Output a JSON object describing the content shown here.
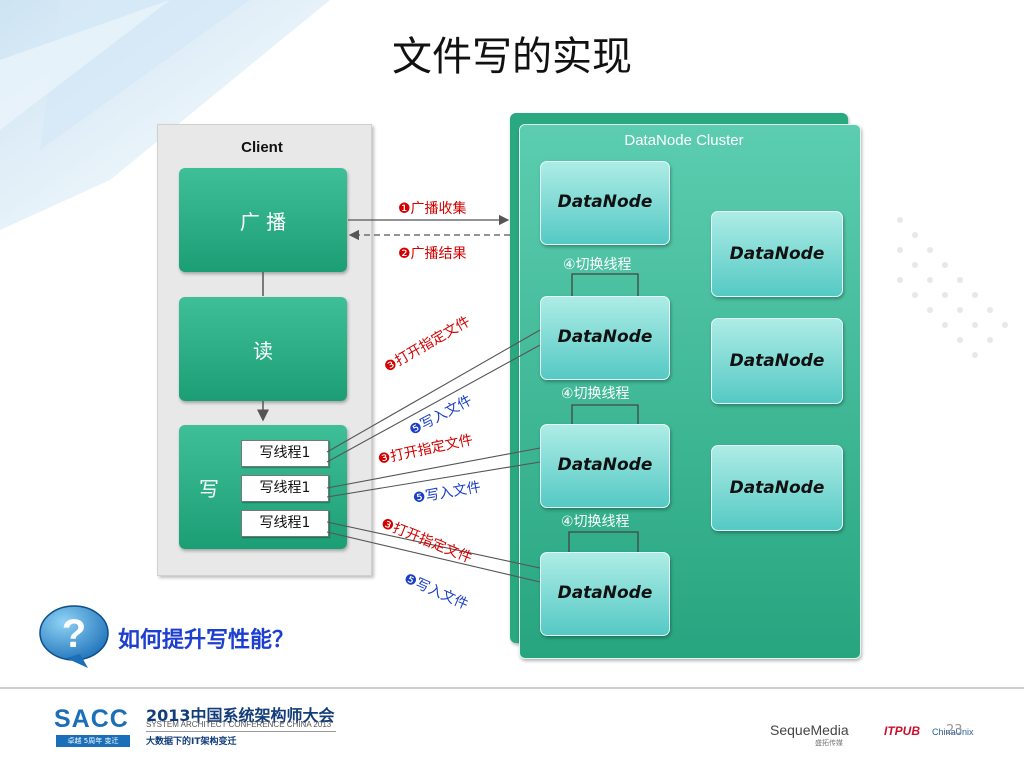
{
  "slide": {
    "title": "文件写的实现",
    "page_number": "23"
  },
  "client": {
    "label": "Client",
    "broadcast": "广 播",
    "read": "读",
    "write": "写",
    "threads": [
      "写线程1",
      "写线程1",
      "写线程1"
    ]
  },
  "cluster": {
    "title": "DataNode Cluster",
    "nodes": [
      "DataNode",
      "DataNode",
      "DataNode",
      "DataNode",
      "DataNode",
      "DataNode",
      "DataNode"
    ],
    "switch_labels": [
      "④切换线程",
      "④切换线程",
      "④切换线程"
    ]
  },
  "edges": {
    "broadcast_collect": "❶广播收集",
    "broadcast_result": "❷广播结果",
    "open_file": [
      "❸打开指定文件",
      "❸打开指定文件",
      "❸打开指定文件"
    ],
    "write_file": [
      "❺写入文件",
      "❺写入文件",
      "❺写入文件"
    ]
  },
  "question": {
    "icon_glyph": "?",
    "text": "如何提升写性能？"
  },
  "footer": {
    "logo": "SACC",
    "logo_sub": "卓越 5周年 变迁",
    "conference_cn": "2013中国系统架构师大会",
    "conference_en": "SYSTEM ARCHITECT CONFERENCE CHINA 2013",
    "slogan": "大数据下的IT架构变迁",
    "sponsors": [
      "SequeMedia",
      "盛拓传媒",
      "ITPUB",
      "ChinaUnix"
    ]
  },
  "colors": {
    "client_green": "#1c9e75",
    "cluster_green": "#27a57f",
    "datanode_cyan": "#55c9c4",
    "red_label": "#d40000",
    "blue_label": "#1a3fc6"
  }
}
